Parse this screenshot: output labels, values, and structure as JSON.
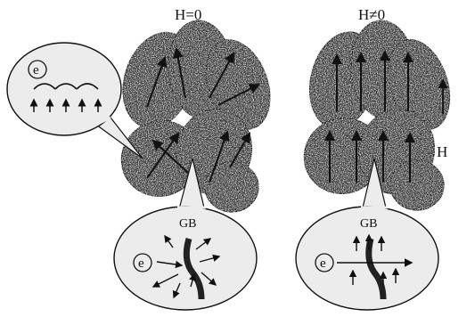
{
  "diagram": {
    "label_zero_field": "H=0",
    "label_nonzero_field": "H≠0",
    "field_axis_label": "H",
    "grain_boundary_label_left": "GB",
    "grain_boundary_label_right": "GB",
    "electron_symbol_callout": "e",
    "electron_symbol_gb_left": "e",
    "electron_symbol_gb_right": "e",
    "colors": {
      "grain_fill": "#3a3a3a",
      "grain_speckle": "#9a9a9a",
      "bubble_fill": "#ececec",
      "ink": "#111111"
    }
  }
}
